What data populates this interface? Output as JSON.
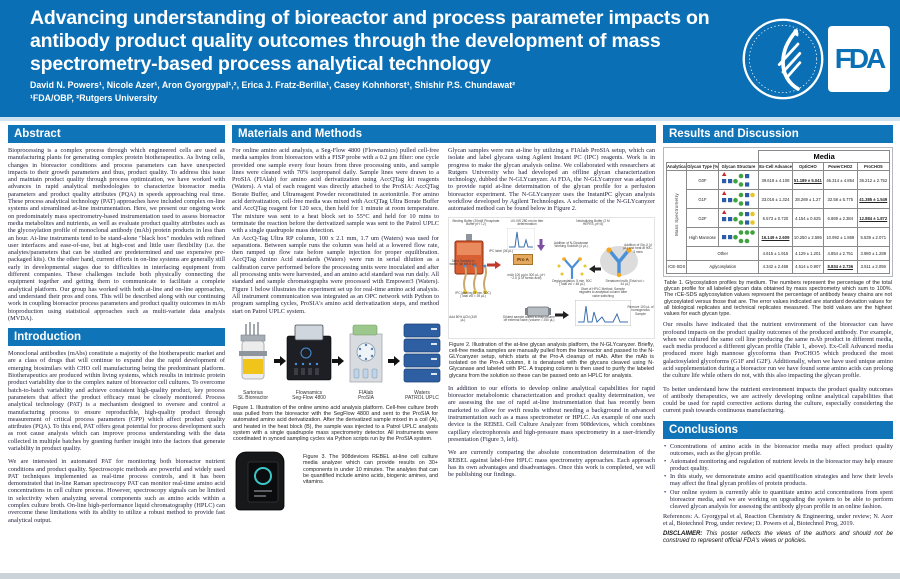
{
  "header": {
    "title": "Advancing understanding of bioreactor and process parameter impacts on antibody product quality outcomes through the development of mass spectrometry-based process analytical technology",
    "authors": "David N. Powers¹, Nicole Azer¹, Aron Gyorgypal¹,², Erica J. Fratz-Berilla¹, Casey Kohnhorst¹, Shishir P.S. Chundawat²",
    "affiliations": "¹FDA/OBP, ²Rutgers University",
    "fda_logo_text": "FDA",
    "hhs_seal_icon": "hhs-eagle-seal-icon",
    "colors": {
      "header_blue": "#0a6fb4",
      "section_blue": "#0f74b8"
    }
  },
  "abstract": {
    "heading": "Abstract",
    "body": "Bioprocessing is a complex process through which engineered cells are used as manufacturing plants for generating complex protein biotherapeutics. As living cells, changes in bioreactor conditions and process parameters can have unexpected impacts to their growth parameters and thus, product quality. To address this issue and maintain product quality through process optimization, we have worked with advances in rapid analytical methodologies to characterize bioreactor media parameters and product quality attributes (PQA) in speeds approaching real time. These process analytical technology (PAT) approaches have included complex on-line systems and streamlined at-line instrumentation. Here, we present our ongoing work on predominately mass spectrometry-based instrumentation used to assess bioreactor media metabolites and nutrients, as well as evaluate product quality attributes such as the glycosylation profile of monoclonal antibody (mAb) protein products in less than an hour. At-line instruments tend to be stand-alone \"black box\" modules with refined user interfaces and ease-of-use, but at high-cost and little user flexibility (i.e. the analytes/parameters that can be studied are predetermined and use expensive pre-packaged kits). On the other hand, current efforts in on-line systems are generally still early in developmental stages due to difficulties in interfacing equipment from different companies. These challenges include both physically connecting the equipment together and getting them to communicate to facilitate a complete analytical platform. Our group has worked with both at-line and on-line approaches, and understand their pros and cons. This will be described along with our continuing work in coupling bioreactor process parameters and product quality outcomes in mAb bioproduction using statistical approaches such as multi-variate data analysis (MVDA)."
  },
  "introduction": {
    "heading": "Introduction",
    "p1": "Monoclonal antibodies (mAbs) constitute a majority of the biotherapeutic market and are a class of drugs that will continue to expand due the rapid development of emerging biosimilars with CHO cell manufacturing being the predominant platform. Biotherapeutics are produced within living systems, which results in intrinsic protein product variability due to the complex nature of bioreactor cell cultures. To overcome batch-to-batch variability and achieve consistent high-quality product, key process parameters that affect the product efficacy must be closely monitored. Process analytical technology (PAT) is a mechanism designed to oversee and control a manufacturing process to ensure reproducible, high-quality product through measurement of critical process parameters (CPP) which affect product quality attributes (PQA). To this end, PAT offers great potential for process development such as root cause analysis which can improve process understanding with the data collected in multiple batches by granting further insight into the factors that generate variability in product quality.",
    "p2": "We are interested in automated PAT for monitoring both bioreactor nutrient conditions and product quality. Spectroscopic methods are powerful and widely used PAT techniques implemented as real-time process controls, and it has been demonstrated that in-line Raman spectroscopy PAT can monitor real-time amino acid concentrations in cell culture process. However, spectroscopy signals can be limited in selectivity when analyzing several components such as amino acids within a complex culture broth. On-line high-performance liquid chromatography (HPLC) can overcome these limitations with its ability to utilize a robust method to provide fast analytical output."
  },
  "methods": {
    "heading": "Materials and Methods",
    "p1": "For online amino acid analysis, a Seg-Flow 4800 (Flownamics) pulled cell-free media samples from bioreactors with a FISP probe with a 0.2 μm filter: one cycle provided one sample every four hours from three processing units, and sample lines were cleaned with 70% isopropanol daily. Sample lines were drawn to a ProSIA (FIAlab) for amino acid derivatization using AccQTag kit reagents (Waters). A vial of each reagent was directly attached to the ProSIA: AccQTag Borate Buffer, and Ultrareagent Powder reconstituted in acetonitrile. For amino acid derivatization, cell-free media was mixed with AccQTag Ultra Borate Buffer and AccQTag reagent for 120 secs, then held for 1 minute at room temperature. The mixture was sent to a heat block set to 55°C and held for 10 mins to terminate the reaction before the derivatized sample was sent to the Patrol UPLC with a single quadrupole mass detection.",
    "p2": "An AccQ-Tag Ultra RP column, 100 x 2.1 mm, 1.7 um (Waters) was used for separations. Between sample runs the column was held at a lowered flow rate, then ramped up flow rate before sample injection for proper equilibration. AccQTag Amino Acid standards (Waters) were run in serial dilution as a calibration curve performed before the processing units were inoculated and after all processing units were harvested, and an amino acid standard was run daily. All standard and sample chromatographs were processed with Empower3 (Waters). Figure 1 below illustrates the experiment set up for real-time amino acid analysis. All instrument communication was integrated as an OPC network with Python to program sampling cycles, ProSIA's amino acid derivatization steps, and method start on Patrol UPLC system.",
    "figure1": {
      "devices": [
        {
          "name": "Sartorius",
          "model": "SL Bioreactor"
        },
        {
          "name": "Flownamics",
          "model": "Seg-Flow 4800"
        },
        {
          "name": "FIAlab",
          "model": "ProSIA"
        },
        {
          "name": "Waters",
          "model": "PATROL UPLC"
        }
      ],
      "caption": "Figure 1. Illustration of the online amino acid analysis platform. Cell-free culture broth was pulled from the bioreactor with the  SegFlow 4800 and sent to the ProSIA for automated amino acid derivatization. After the derivatized sample mixed in a coil (A), and heated in the heat block (B), the sample was injected to a Patrol UPLC analysis system with a single quadrupole mass spectrometry detector. All instruments were coordinated in synced sampling cycles via Python scripts run by the ProSIA system."
    },
    "figure3": {
      "caption": "Figure 3. The 908devices REBEL at-line cell culture media analyzer which can provide results on 30+ components in under 10 minutes. The analytes that can be quantified include amino acids, biogenic amines, and vitamins."
    },
    "glycan_paragraph": "Glycan samples were run at-line by utilizing a FIAlab ProSIA setup, which can isolate and label glycans using Agilent Instant PC (IPC) reagents.  Work is in progress to make the glycan analysis online. We collaborated with researchers at Rutgers University who had developed an offline glycan characterization technology, dubbed the N-GLYcanyzer. At FDA, the N-GLYcanyzer was adapted to provide rapid at-line determination of the glycan profile for a perfusion bioreactor experiment. The N-GLYcanyzer uses the InstantPC glycan analysis workflow developed by Agilent Technologies. A schematic of the N-GLYcanyzer automated method can be found below in Figure 2.",
    "figure2": {
      "proa_label": "Pro A",
      "labels": [
        "Binding Buffer (20mM Phosphate Buffer pH 7.2)",
        "UV-VIS 280 nm for titer determination",
        "Neutralizing Buffer (2 M HEPES, pH 8)",
        "Addition of N-Glycanase Working Solution (4 μL)",
        "mAb 100 μg in 300 μL, pH ~2.5 (1 M formic acid)",
        "Deglycosylation, 5 min, 50C (Total vol = 48 μL)",
        "Denatured mAb (Total vol = 44 μL)",
        "Addition of Gly-X (4 μL) and heat at 90C, 3 mins",
        "IPC label (36 μL)",
        "IPC labeling (5 min, 50C) (Total vol = 39 μL)",
        "Send Sample to waste (all but 5 μL)",
        "Add 80% ACN (349 μL)",
        "Diluted sample added to trap column off external valve (volume = 250 μL)",
        "Start of HPLC Method: Sample migrates to analytical column after valve switching",
        "Remove 100 μL of homogenous Sample"
      ],
      "caption": "Figure 2. Illustration of the at-line glycan analysis platform, the N-GLYcanyzer. Briefly, cell-free media samples are manually pulled from the bioreactor and passed to the N-GLYcanyzer setup, which starts at the Pro-A cleanup of mAb. After the mAb is isolated on the Pro-A column, it is denatured with the glycans cleaved using N-Glycanase and labeled with IPC. A trapping column is then used to purify the labeled glycans from the solution so these can be passed onto an HPLC for analysis."
    },
    "p4": "In addition to our efforts to develop online analytical capabilities for rapid bioreactor metabolomic characterization and product quality determination, we are assessing the use of rapid at-line instrumentation that has recently been marketed to allow for swift results without needing a background in advanced instrumentation such as a mass spectrometer or HPLC. An example of one such device is the REBEL Cell Culture Analyzer from 908devices, which combines capillary electrophoresis and high-pressure mass spectrometry in a user-friendly presentation (Figure 3, left).",
    "p5": "We are currently comparing the absolute concentration determination of the REBEL against label-free HPLC mass spectrometry approaches. Each approach has its own advantages and disadvantages. Once this work is completed, we will be publishing our findings."
  },
  "results": {
    "heading": "Results and Discussion",
    "table": {
      "media_header": "Media",
      "col_headers": [
        "Analytical Method",
        "Glycan Type (%)",
        "Glycan Structure",
        "Ex-Cell Advanced",
        "OptiCHO",
        "PowerCHO2",
        "ProCHO5"
      ],
      "method_groups": [
        {
          "label": "Mass Spectrometry",
          "rows": 5
        },
        {
          "label": "rCE-SDS",
          "rows": 1
        }
      ],
      "rows": [
        {
          "type": "G0F",
          "structure": "g0f",
          "values": [
            "39.618 ± 4.108",
            "51.189 ± 5.041",
            "46.314 ± 4.854",
            "36.212 ± 2.752"
          ],
          "bold": 1
        },
        {
          "type": "G1F",
          "structure": "g1f",
          "values": [
            "33.016 ± 1.324",
            "28.269 ± 1.27",
            "32.58 ± 5.775",
            "41.385 ± 1.549"
          ],
          "bold": 3
        },
        {
          "type": "G2F",
          "structure": "g2f",
          "values": [
            "6.573 ± 0.720",
            "4.154 ± 0.625",
            "6.869 ± 2.384",
            "12.884 ± 1.872"
          ],
          "bold": 3
        },
        {
          "type": "High Mannose",
          "structure": "high-mannose",
          "values": [
            "16.149 ± 2.609",
            "10.250 ± 2.586",
            "10.992 ± 1.869",
            "5.539 ± 2.071"
          ],
          "bold": 0
        },
        {
          "type": "Other",
          "structure": null,
          "values": [
            "4.615 ± 1.915",
            "4.129 ± 1.201",
            "4.854 ± 2.751",
            "3.980 ± 1.289"
          ],
          "bold": -1
        },
        {
          "type": "Aglycosylation",
          "structure": null,
          "values": [
            "4.342 ± 2.458",
            "4.514 ± 0.907",
            "8.834 ± 2.736",
            "3.511 ± 2.059"
          ],
          "bold": 2
        }
      ]
    },
    "table_caption": "Table 1. Glycosylation profiles by medium. The numbers represent the percentage of the total glycan profile for all labeled glycan data obtained by mass spectrometry which sum to 100%. The rCE-SDS aglycosylation values represent the percentage of antibody heavy chains are not glycosylated versus those that are. The error values indicated are standard deviation values for all biological replicates and technical replicates measured. The bold values are the highest values for each glycan type.",
    "p1": "Our results have indicated that the nutrient environment of the bioreactor can have profound impacts on the product quality outcomes of the produced antibody. For example, when we cultured the same cell line producing the same mAb product in different media, each media produced a different glycan profile (Table 1, above). Ex-Cell Advanced media produced more high mannose glycoforms than ProCHO5 which produced the most galactosylated glycoforms (G1F and G2F).  Additionally, when we have used unique amino acid supplementation during a bioreactor run we have found some amino acids can prolong the culture life while others do not, with this also impacting the glycan profile.",
    "p2": "To better understand how the nutrient environment impacts the product quality outcomes of antibody therapeutics, we are actively developing online analytical capabilities that could be used for rapid corrective actions during the culture, especially considering the current push towards continuous manufacturing."
  },
  "conclusions": {
    "heading": "Conclusions",
    "bullets": [
      "Concentrations of amino acids in the bioreactor media may affect product quality outcomes, such as the glycan profile.",
      "Automated monitoring and regulation of nutrient levels in the bioreactor may help ensure product quality.",
      "In this study, we demonstrate amino acid quantification strategies and how their levels may affect the final glycan profiles of protein products.",
      "Our online system is currently able to quantitate amino acid concentrations from spent bioreactor media, and we are working on upgrading the system to be able to perform cleaved glycan analysis for assessing the antibody glycan profile in an online fashion."
    ],
    "references": "References: A. Gyorgypal et al, Reaction Chemistry & Engineering, under review; N. Azer et al, Biotechnol Prog, under review; D. Powers et al, Biotechnol Prog, 2019.",
    "disclaimer_label": "DISCLAIMER:",
    "disclaimer_text": "This poster reflects the views of the authors and should not be construed to represent official FDA's views or policies."
  }
}
